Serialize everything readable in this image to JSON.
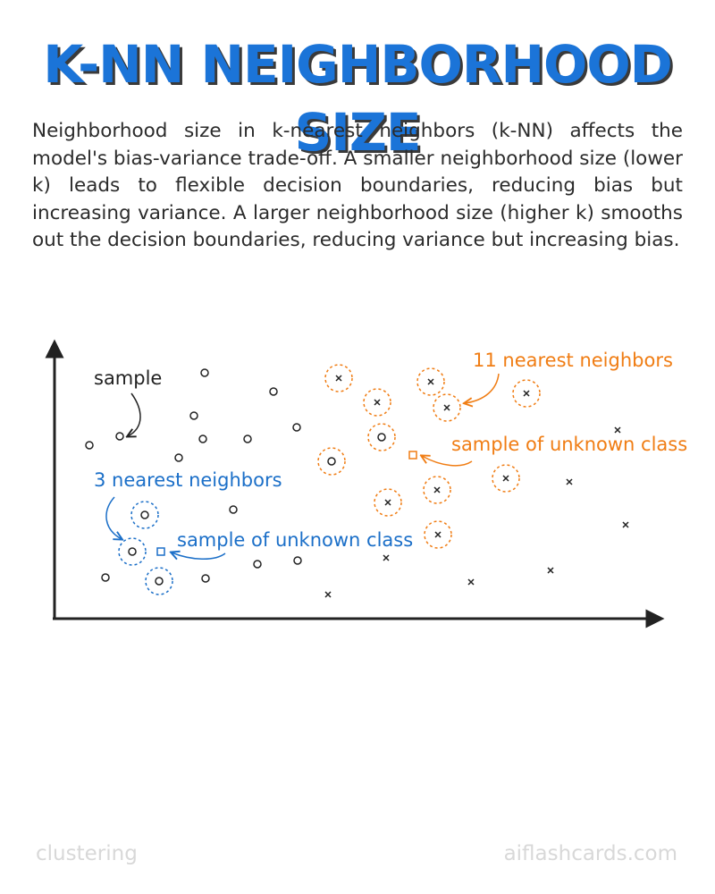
{
  "title": "K-NN NEIGHBORHOOD SIZE",
  "description": "Neighborhood size in k-nearest neighbors (k-NN) affects the model's bias-variance trade-off. A smaller neighborhood size (lower k) leads to flexible decision boundaries, reducing bias but increasing variance. A larger neighborhood size (higher k) smooths out the decision boundaries, reducing variance but increasing bias.",
  "diagram": {
    "labels": {
      "sample": "sample",
      "three_nn": "3 nearest neighbors",
      "unknown_blue": "sample of unknown class",
      "eleven_nn": "11 nearest neighbors",
      "unknown_orange": "sample of unknown class"
    },
    "colors": {
      "ink": "#222222",
      "blue": "#1b6fc8",
      "orange": "#f07d14",
      "title_blue": "#1b74d8",
      "footer_gray": "#d8d8d8"
    }
  },
  "footer": {
    "left": "clustering",
    "right": "aiflashcards.com"
  }
}
